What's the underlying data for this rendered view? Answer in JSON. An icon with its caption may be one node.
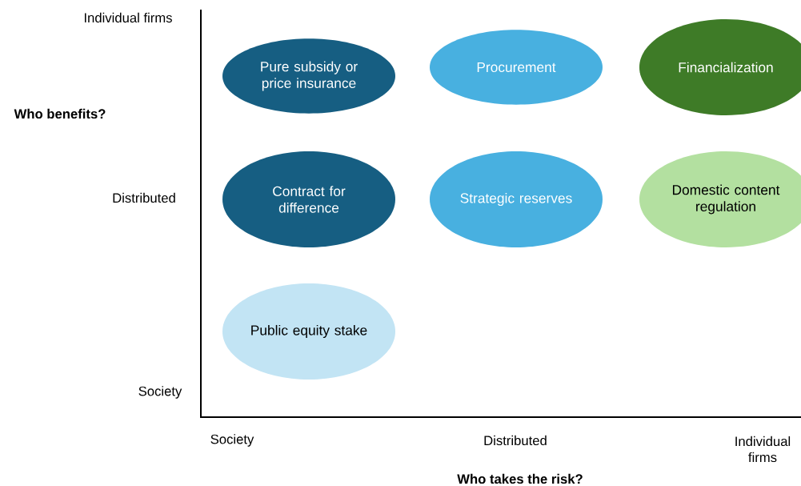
{
  "diagram": {
    "nodes": [
      {
        "text": [
          "Pure subsidy or price insurance"
        ]
      },
      {
        "text": [
          "Procurement"
        ]
      },
      {
        "text": [
          "Financialization"
        ]
      },
      {
        "text": [
          "Contract for difference"
        ]
      },
      {
        "text": [
          "Strategic reserves"
        ]
      },
      {
        "text": [
          "Domestic content regulation"
        ]
      },
      {
        "text": [
          "Public equity stake"
        ]
      }
    ],
    "labels": [
      "Individual firms",
      "Who benefits?",
      "Distributed",
      "Society",
      "Society",
      "Distributed",
      "Individual firms",
      "Who takes the risk?"
    ]
  }
}
